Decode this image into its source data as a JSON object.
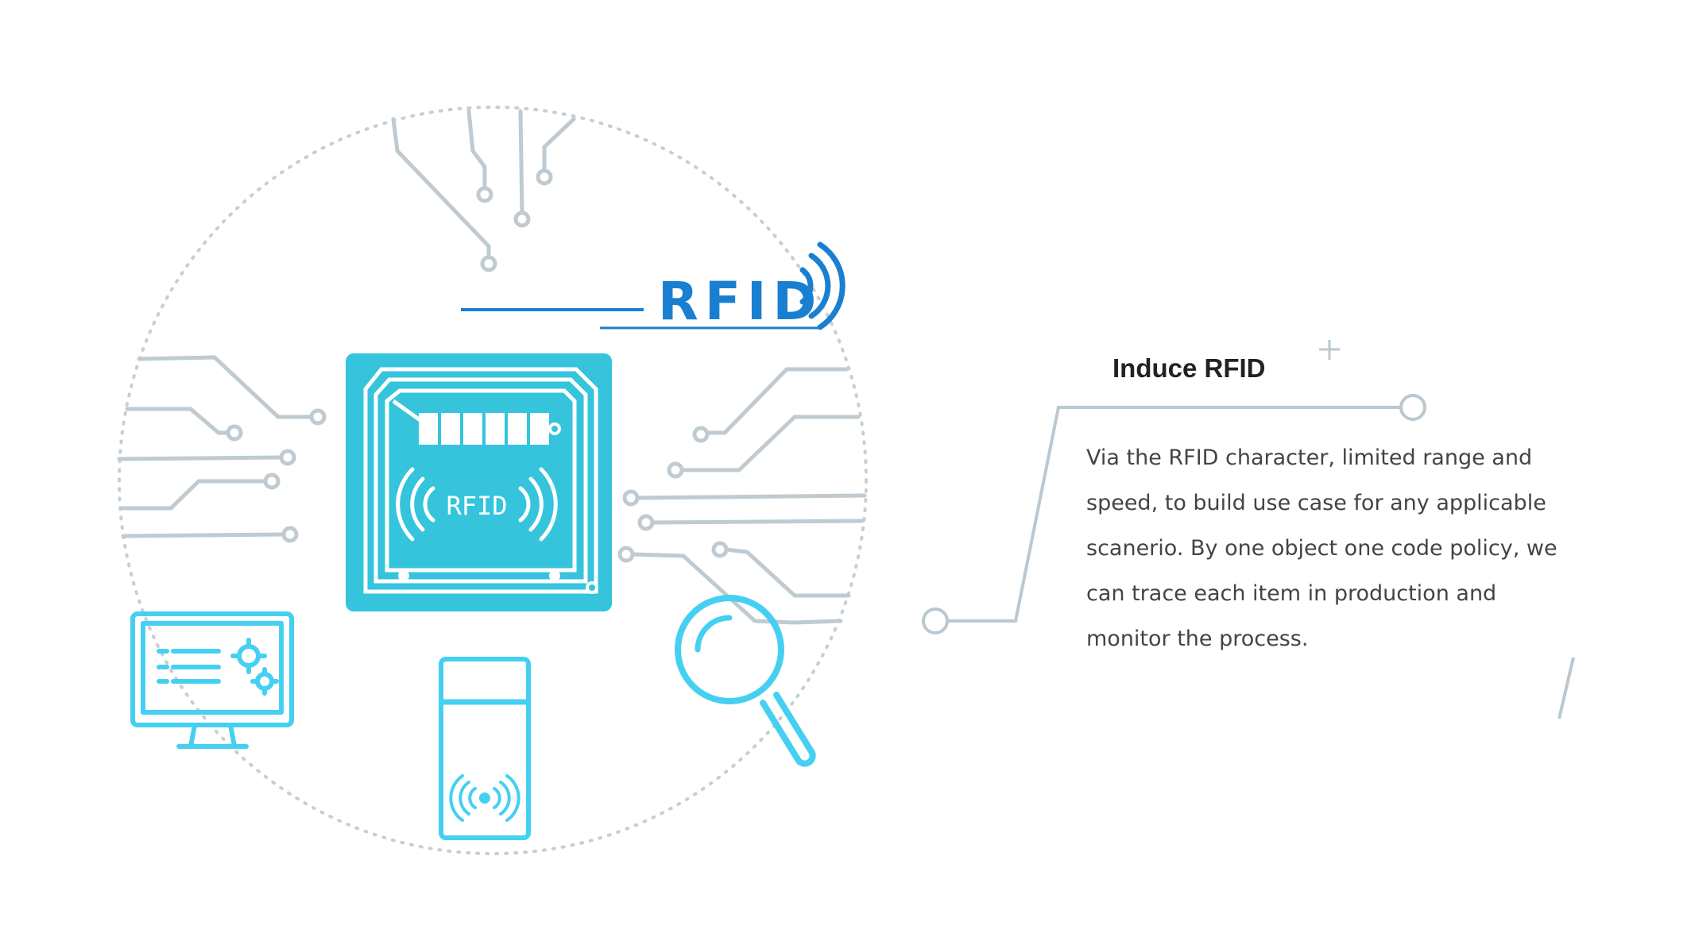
{
  "illustration": {
    "banner_label": "RFID",
    "chip_label": "RFID"
  },
  "content": {
    "title": "Induce RFID",
    "body_lines": [
      "Via the RFID character, limited range and",
      "speed, to build use case for any applicable",
      "scanerio. By one object one code policy, we",
      "can trace each item in production and",
      "monitor the process."
    ]
  },
  "colors": {
    "brand_blue": "#1a7fd0",
    "chip_teal": "#35c4dc",
    "icon_cyan": "#45d0f2",
    "circuit_gray": "#bfcad1"
  }
}
